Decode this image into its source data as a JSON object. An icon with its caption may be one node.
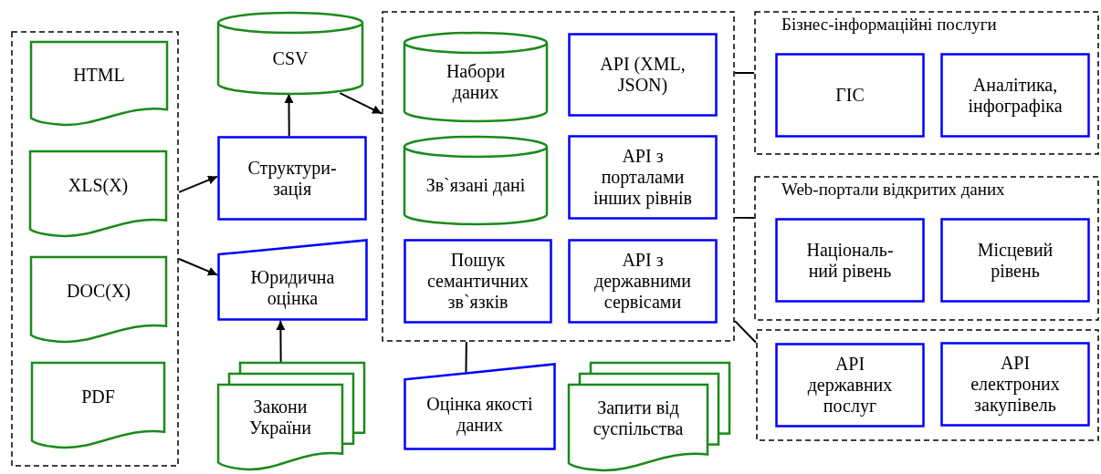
{
  "diagram": {
    "nodes": [
      {
        "text": [],
        "shape": "box"
      },
      {
        "text": [
          "HTML"
        ],
        "in": 0
      },
      {
        "text": [
          "XLS(X)"
        ],
        "in": 0
      },
      {
        "text": [
          "DOC(X)"
        ],
        "in": 0
      },
      {
        "text": [
          "PDF"
        ],
        "in": 0
      },
      {
        "text": [
          "CSV"
        ]
      },
      {
        "text": [
          "Структури-зація"
        ]
      },
      {
        "text": [
          "Юридична оцінка"
        ]
      },
      {
        "text": [
          "Закони України"
        ]
      },
      {
        "text": [],
        "shape": "box"
      },
      {
        "text": [
          "Набори даних"
        ],
        "in": 9
      },
      {
        "text": [
          "API (XML, JSON)"
        ],
        "in": 9
      },
      {
        "text": [
          "Зв`язані дані"
        ],
        "in": 9
      },
      {
        "text": [
          "API з порталами інших рівнів"
        ],
        "in": 9
      },
      {
        "text": [
          "Пошук семантичних зв`язків"
        ],
        "in": 9
      },
      {
        "text": [
          "API з державними сервісами"
        ],
        "in": 9
      },
      {
        "text": [
          "Оцінка якості даних"
        ]
      },
      {
        "text": [
          "Запити від суспільства"
        ]
      },
      {
        "text": [
          "Бізнес-інформаційні послуги"
        ]
      },
      {
        "text": [
          "ГІС"
        ],
        "in": 18
      },
      {
        "text": [
          "Аналітика, інфографіка"
        ],
        "in": 18
      },
      {
        "text": [
          "Web-портали відкритих даних"
        ]
      },
      {
        "text": [
          "Національ-ний рівень"
        ],
        "in": 21
      },
      {
        "text": [
          "Місцевий рівень"
        ],
        "in": 21
      },
      {
        "text": [],
        "shape": "box"
      },
      {
        "text": [
          "API державних послуг"
        ],
        "in": 24
      },
      {
        "text": [
          "API електроних закупівель"
        ],
        "in": 24
      }
    ],
    "edges": [
      {
        "from": 0,
        "to": 6,
        "arrow": "to"
      },
      {
        "from": 0,
        "to": 7,
        "arrow": "to"
      },
      {
        "from": 6,
        "to": 5,
        "arrow": "to"
      },
      {
        "from": 5,
        "to": 9,
        "arrow": "to"
      },
      {
        "from": 8,
        "to": 7,
        "arrow": "to"
      },
      {
        "from": 9,
        "to": 16,
        "arrow": "none"
      },
      {
        "from": 9,
        "to": 18,
        "arrow": "none"
      },
      {
        "from": 9,
        "to": 21,
        "arrow": "none"
      },
      {
        "from": 9,
        "to": 24,
        "arrow": "none"
      }
    ]
  }
}
